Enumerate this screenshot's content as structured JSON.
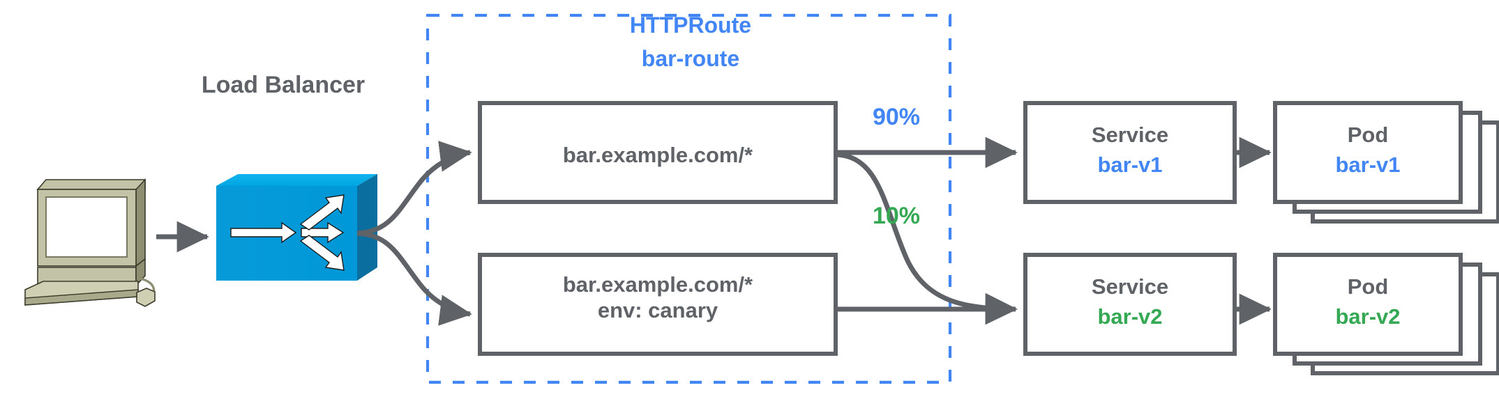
{
  "diagram": {
    "title_kind": "HTTPRoute",
    "title_name": "bar-route",
    "load_balancer_label": "Load Balancer",
    "colors": {
      "blue": "#4285f4",
      "green": "#34a853",
      "gray": "#5f6368",
      "stroke": "#5f6368",
      "router_blue": "#00a0e0",
      "computer_beige": "#b8b894"
    },
    "client": {
      "icon": "desktop-computer-icon"
    },
    "load_balancer": {
      "icon": "network-router-icon"
    },
    "route_boundary": {
      "style": "dashed",
      "color": "#4285f4"
    },
    "match_rules": [
      {
        "id": "match-1",
        "lines": "bar.example.com/*"
      },
      {
        "id": "match-2",
        "lines": "bar.example.com/*\nenv: canary"
      }
    ],
    "weights": [
      {
        "id": "weight-90",
        "label": "90%",
        "color": "#4285f4"
      },
      {
        "id": "weight-10",
        "label": "10%",
        "color": "#34a853"
      }
    ],
    "services": [
      {
        "id": "service-bar-v1",
        "kind": "Service",
        "name": "bar-v1",
        "color": "#4285f4"
      },
      {
        "id": "service-bar-v2",
        "kind": "Service",
        "name": "bar-v2",
        "color": "#34a853"
      }
    ],
    "pods": [
      {
        "id": "pod-bar-v1",
        "kind": "Pod",
        "name": "bar-v1",
        "color": "#4285f4",
        "replicas": 3
      },
      {
        "id": "pod-bar-v2",
        "kind": "Pod",
        "name": "bar-v2",
        "color": "#34a853",
        "replicas": 3
      }
    ]
  }
}
